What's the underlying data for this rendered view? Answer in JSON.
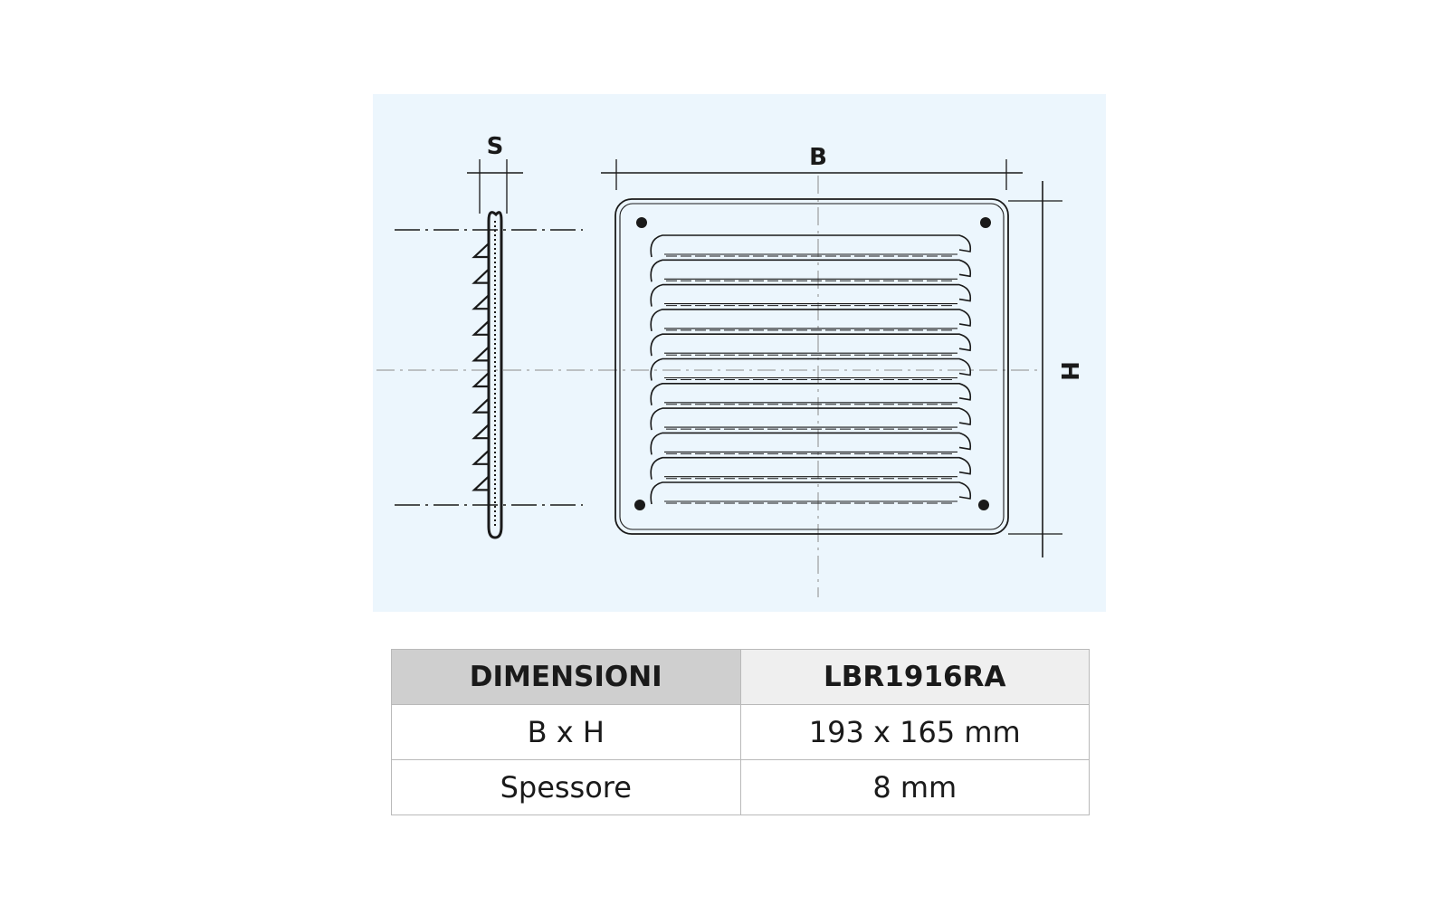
{
  "diagram": {
    "labels": {
      "thickness": "S",
      "width": "B",
      "height": "H"
    },
    "louver_count": 11,
    "screw_holes": 4,
    "colors": {
      "background": "#ecf6fd",
      "line": "#1a1a1a"
    }
  },
  "table": {
    "headers": [
      "DIMENSIONI",
      "LBR1916RA"
    ],
    "rows": [
      {
        "label": "B x H",
        "value": "193 x 165 mm"
      },
      {
        "label": "Spessore",
        "value": "8 mm"
      }
    ]
  }
}
